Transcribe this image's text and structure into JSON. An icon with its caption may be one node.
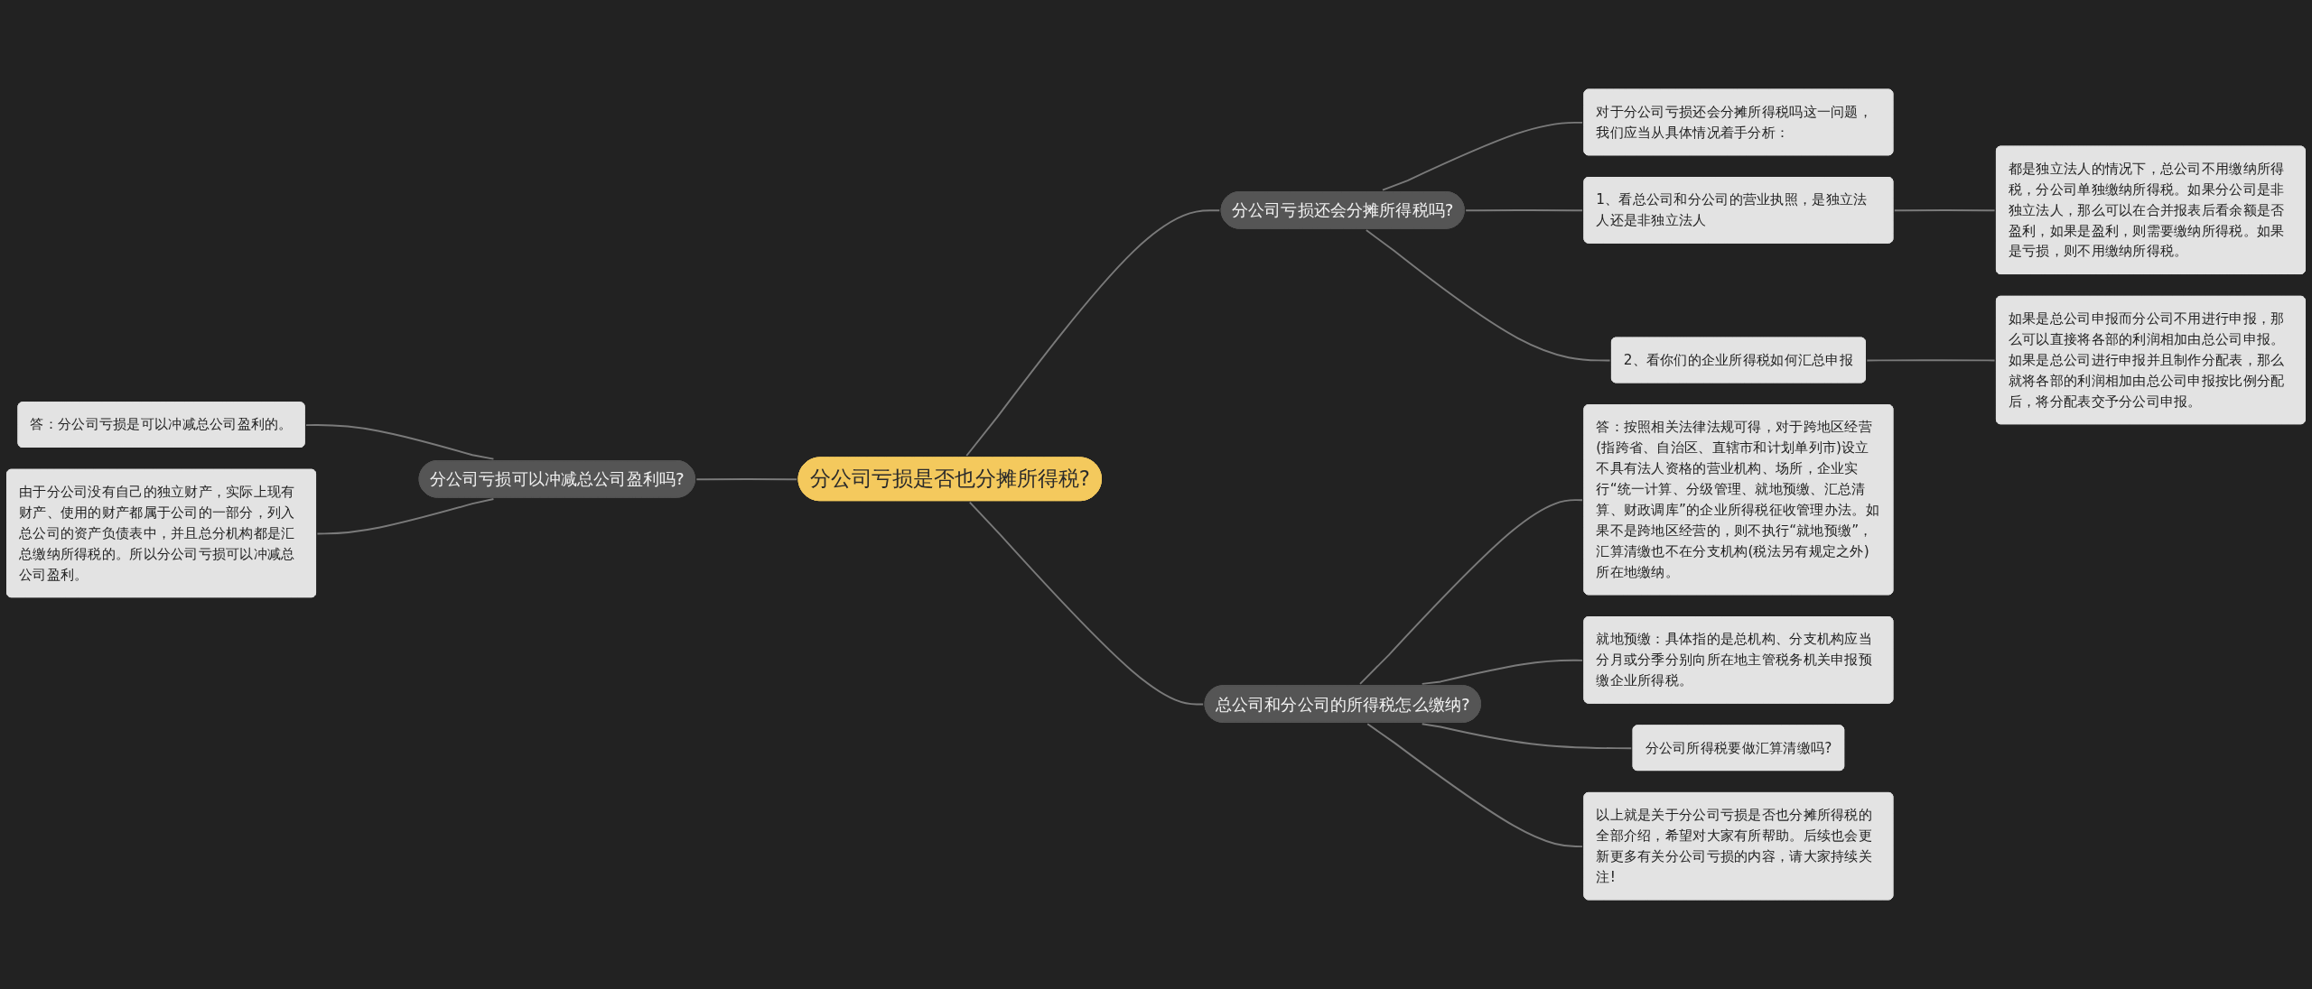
{
  "diagram": {
    "nodes": [
      {
        "text": [
          "分公司亏损是否也分摊所得税?"
        ]
      },
      {
        "text": [
          "分公司亏损还会分摊所得税吗?"
        ]
      },
      {
        "text": [
          "对于分公司亏损还会分摊所得税吗这一问题，我们应当从具体情况着手分析："
        ]
      },
      {
        "text": [
          "1、看总公司和分公司的营业执照，是独立法人还是非独立法人"
        ]
      },
      {
        "text": [
          "都是独立法人的情况下，总公司不用缴纳所得税，分公司单独缴纳所得税。如果分公司是非独立法人，那么可以在合并报表后看余额是否盈利，如果是盈利，则需要缴纳所得税。如果是亏损，则不用缴纳所得税。"
        ]
      },
      {
        "text": [
          "2、看你们的企业所得税如何汇总申报"
        ]
      },
      {
        "text": [
          "如果是总公司申报而分公司不用进行申报，那么可以直接将各部的利润相加由总公司申报。如果是总公司进行申报并且制作分配表，那么就将各部的利润相加由总公司申报按比例分配后，将分配表交予分公司申报。"
        ]
      },
      {
        "text": [
          "总公司和分公司的所得税怎么缴纳?"
        ]
      },
      {
        "text": [
          "答：按照相关法律法规可得，对于跨地区经营(指跨省、自治区、直辖市和计划单列市)设立不具有法人资格的营业机构、场所，企业实行“统一计算、分级管理、就地预缴、汇总清算、财政调库”的企业所得税征收管理办法。如果不是跨地区经营的，则不执行“就地预缴”，汇算清缴也不在分支机构(税法另有规定之外)所在地缴纳。"
        ]
      },
      {
        "text": [
          "就地预缴：具体指的是总机构、分支机构应当分月或分季分别向所在地主管税务机关申报预缴企业所得税。"
        ]
      },
      {
        "text": [
          "分公司所得税要做汇算清缴吗?"
        ]
      },
      {
        "text": [
          "以上就是关于分公司亏损是否也分摊所得税的全部介绍，希望对大家有所帮助。后续也会更新更多有关分公司亏损的内容，请大家持续关注!"
        ]
      },
      {
        "text": [
          "分公司亏损可以冲减总公司盈利吗?"
        ]
      },
      {
        "text": [
          "答：分公司亏损是可以冲减总公司盈利的。"
        ]
      },
      {
        "text": [
          "由于分公司没有自己的独立财产，实际上现有财产、使用的财产都属于公司的一部分，列入总公司的资产负债表中，并且总分机构都是汇总缴纳所得税的。所以分公司亏损可以冲减总公司盈利。"
        ]
      }
    ],
    "edges": [
      {
        "from": 0,
        "to": 1,
        "arrow": "none"
      },
      {
        "from": 1,
        "to": 2,
        "arrow": "none"
      },
      {
        "from": 1,
        "to": 3,
        "arrow": "none"
      },
      {
        "from": 3,
        "to": 4,
        "arrow": "none"
      },
      {
        "from": 1,
        "to": 5,
        "arrow": "none"
      },
      {
        "from": 5,
        "to": 6,
        "arrow": "none"
      },
      {
        "from": 0,
        "to": 7,
        "arrow": "none"
      },
      {
        "from": 7,
        "to": 8,
        "arrow": "none"
      },
      {
        "from": 7,
        "to": 9,
        "arrow": "none"
      },
      {
        "from": 7,
        "to": 10,
        "arrow": "none"
      },
      {
        "from": 7,
        "to": 11,
        "arrow": "none"
      },
      {
        "from": 12,
        "to": 0,
        "arrow": "none"
      },
      {
        "from": 13,
        "to": 12,
        "arrow": "none"
      },
      {
        "from": 14,
        "to": 12,
        "arrow": "none"
      }
    ]
  }
}
